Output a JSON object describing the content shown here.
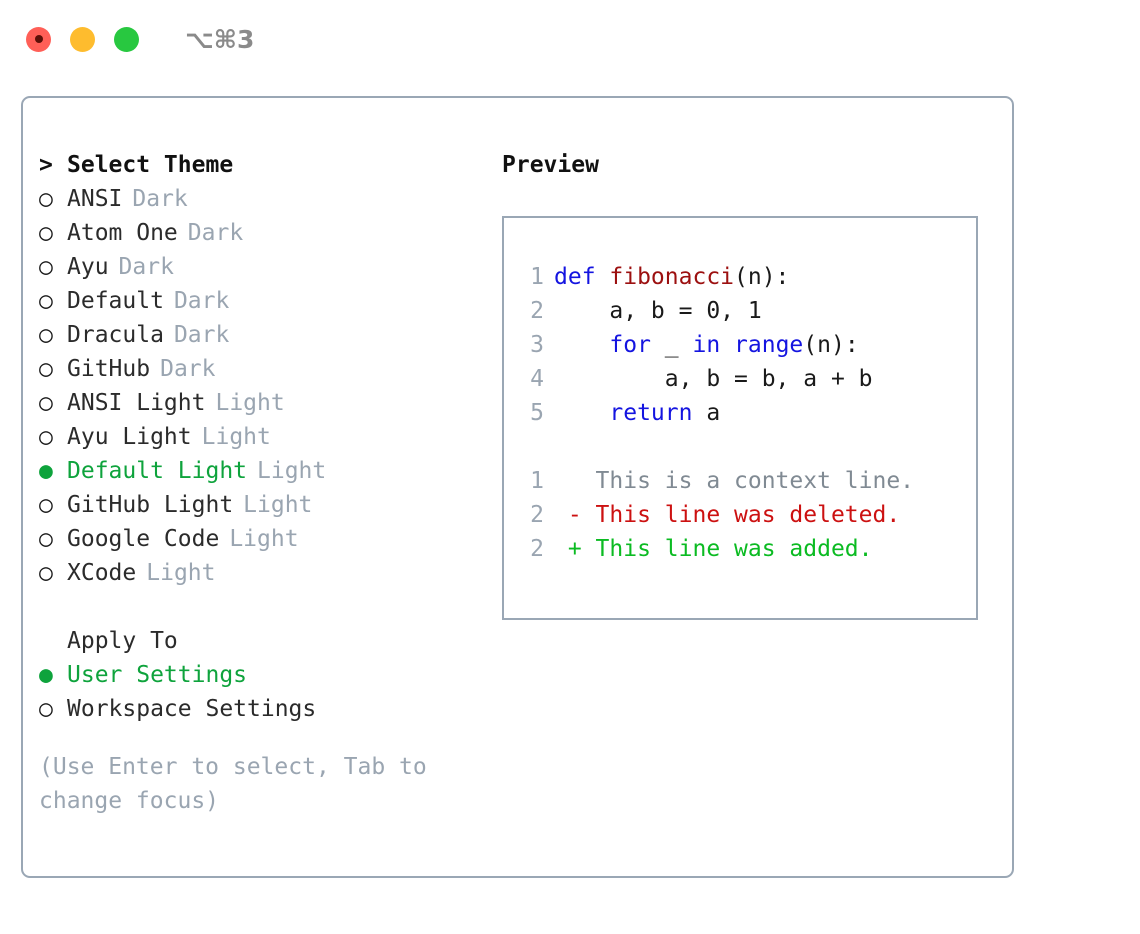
{
  "titlebar": {
    "shortcut": "⌥⌘3",
    "lights": [
      {
        "name": "close",
        "color": "#ff5f57"
      },
      {
        "name": "minimize",
        "color": "#febc2e"
      },
      {
        "name": "maximize",
        "color": "#28c840"
      }
    ]
  },
  "theme_list": {
    "header_marker": ">",
    "header": "Select Theme",
    "selected_marker": "●",
    "unselected_marker": "○",
    "items": [
      {
        "name": "ANSI",
        "tag": "Dark",
        "selected": false
      },
      {
        "name": "Atom One",
        "tag": "Dark",
        "selected": false
      },
      {
        "name": "Ayu",
        "tag": "Dark",
        "selected": false
      },
      {
        "name": "Default",
        "tag": "Dark",
        "selected": false
      },
      {
        "name": "Dracula",
        "tag": "Dark",
        "selected": false
      },
      {
        "name": "GitHub",
        "tag": "Dark",
        "selected": false
      },
      {
        "name": "ANSI Light",
        "tag": "Light",
        "selected": false
      },
      {
        "name": "Ayu Light",
        "tag": "Light",
        "selected": false
      },
      {
        "name": "Default Light",
        "tag": "Light",
        "selected": true
      },
      {
        "name": "GitHub Light",
        "tag": "Light",
        "selected": false
      },
      {
        "name": "Google Code",
        "tag": "Light",
        "selected": false
      },
      {
        "name": "XCode",
        "tag": "Light",
        "selected": false
      }
    ]
  },
  "apply_to": {
    "label": "Apply To",
    "options": [
      {
        "name": "User Settings",
        "selected": true
      },
      {
        "name": "Workspace Settings",
        "selected": false
      }
    ]
  },
  "hint": "(Use Enter to select, Tab to change focus)",
  "preview": {
    "title": "Preview",
    "code_lines": [
      {
        "lno": "1",
        "tokens": [
          {
            "t": "def ",
            "c": "kw"
          },
          {
            "t": "fibonacci",
            "c": "fn"
          },
          {
            "t": "(n):",
            "c": "plain"
          }
        ]
      },
      {
        "lno": "2",
        "tokens": [
          {
            "t": "    a, b = 0, 1",
            "c": "plain"
          }
        ]
      },
      {
        "lno": "3",
        "tokens": [
          {
            "t": "    ",
            "c": "plain"
          },
          {
            "t": "for",
            "c": "kw"
          },
          {
            "t": " _ ",
            "c": "plain"
          },
          {
            "t": "in",
            "c": "kw"
          },
          {
            "t": " ",
            "c": "plain"
          },
          {
            "t": "range",
            "c": "kw"
          },
          {
            "t": "(n):",
            "c": "plain"
          }
        ]
      },
      {
        "lno": "4",
        "tokens": [
          {
            "t": "        a, b = b, a + b",
            "c": "plain"
          }
        ]
      },
      {
        "lno": "5",
        "tokens": [
          {
            "t": "    ",
            "c": "plain"
          },
          {
            "t": "return",
            "c": "kw"
          },
          {
            "t": " a",
            "c": "plain"
          }
        ]
      }
    ],
    "diff_lines": [
      {
        "lno": "1",
        "sign": " ",
        "text": "This is a context line.",
        "c": "ctx"
      },
      {
        "lno": "2",
        "sign": "-",
        "text": "This line was deleted.",
        "c": "del"
      },
      {
        "lno": "2",
        "sign": "+",
        "text": "This line was added.",
        "c": "add"
      }
    ]
  },
  "colors": {
    "accent_green": "#0ea33c",
    "muted": "#9aa5b1",
    "border": "#9aa7b5",
    "keyword_blue": "#1414e0",
    "function_red": "#9c1010",
    "diff_add": "#0bbb22",
    "diff_del": "#cc1111"
  }
}
